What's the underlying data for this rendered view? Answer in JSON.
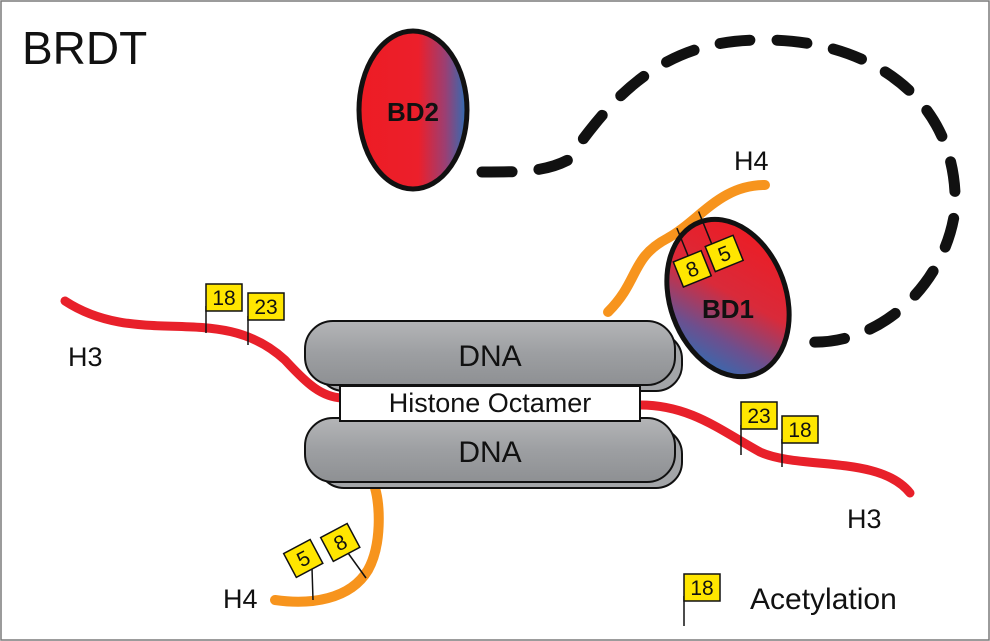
{
  "title": "BRDT",
  "domains": {
    "bd2": "BD2",
    "bd1": "BD1"
  },
  "nucleosome": {
    "dna_top": "DNA",
    "dna_bottom": "DNA",
    "octamer": "Histone Octamer"
  },
  "tails": {
    "h3_left": "H3",
    "h3_right": "H3",
    "h4_top": "H4",
    "h4_bottom": "H4"
  },
  "flags": {
    "h3_left": [
      "18",
      "23"
    ],
    "h3_right": [
      "23",
      "18"
    ],
    "h4_top": [
      "8",
      "5"
    ],
    "h4_bottom": [
      "5",
      "8"
    ]
  },
  "legend": {
    "sample": "18",
    "label": "Acetylation"
  },
  "colors": {
    "h3_tail": "#e8202a",
    "h4_tail": "#f7941d",
    "acetyl_flag": "#ffe600",
    "dna": "#9d9fa2",
    "bromodomain_red": "#ed1c24",
    "bromodomain_blue": "#2b6fb6",
    "linker": "#111111"
  }
}
